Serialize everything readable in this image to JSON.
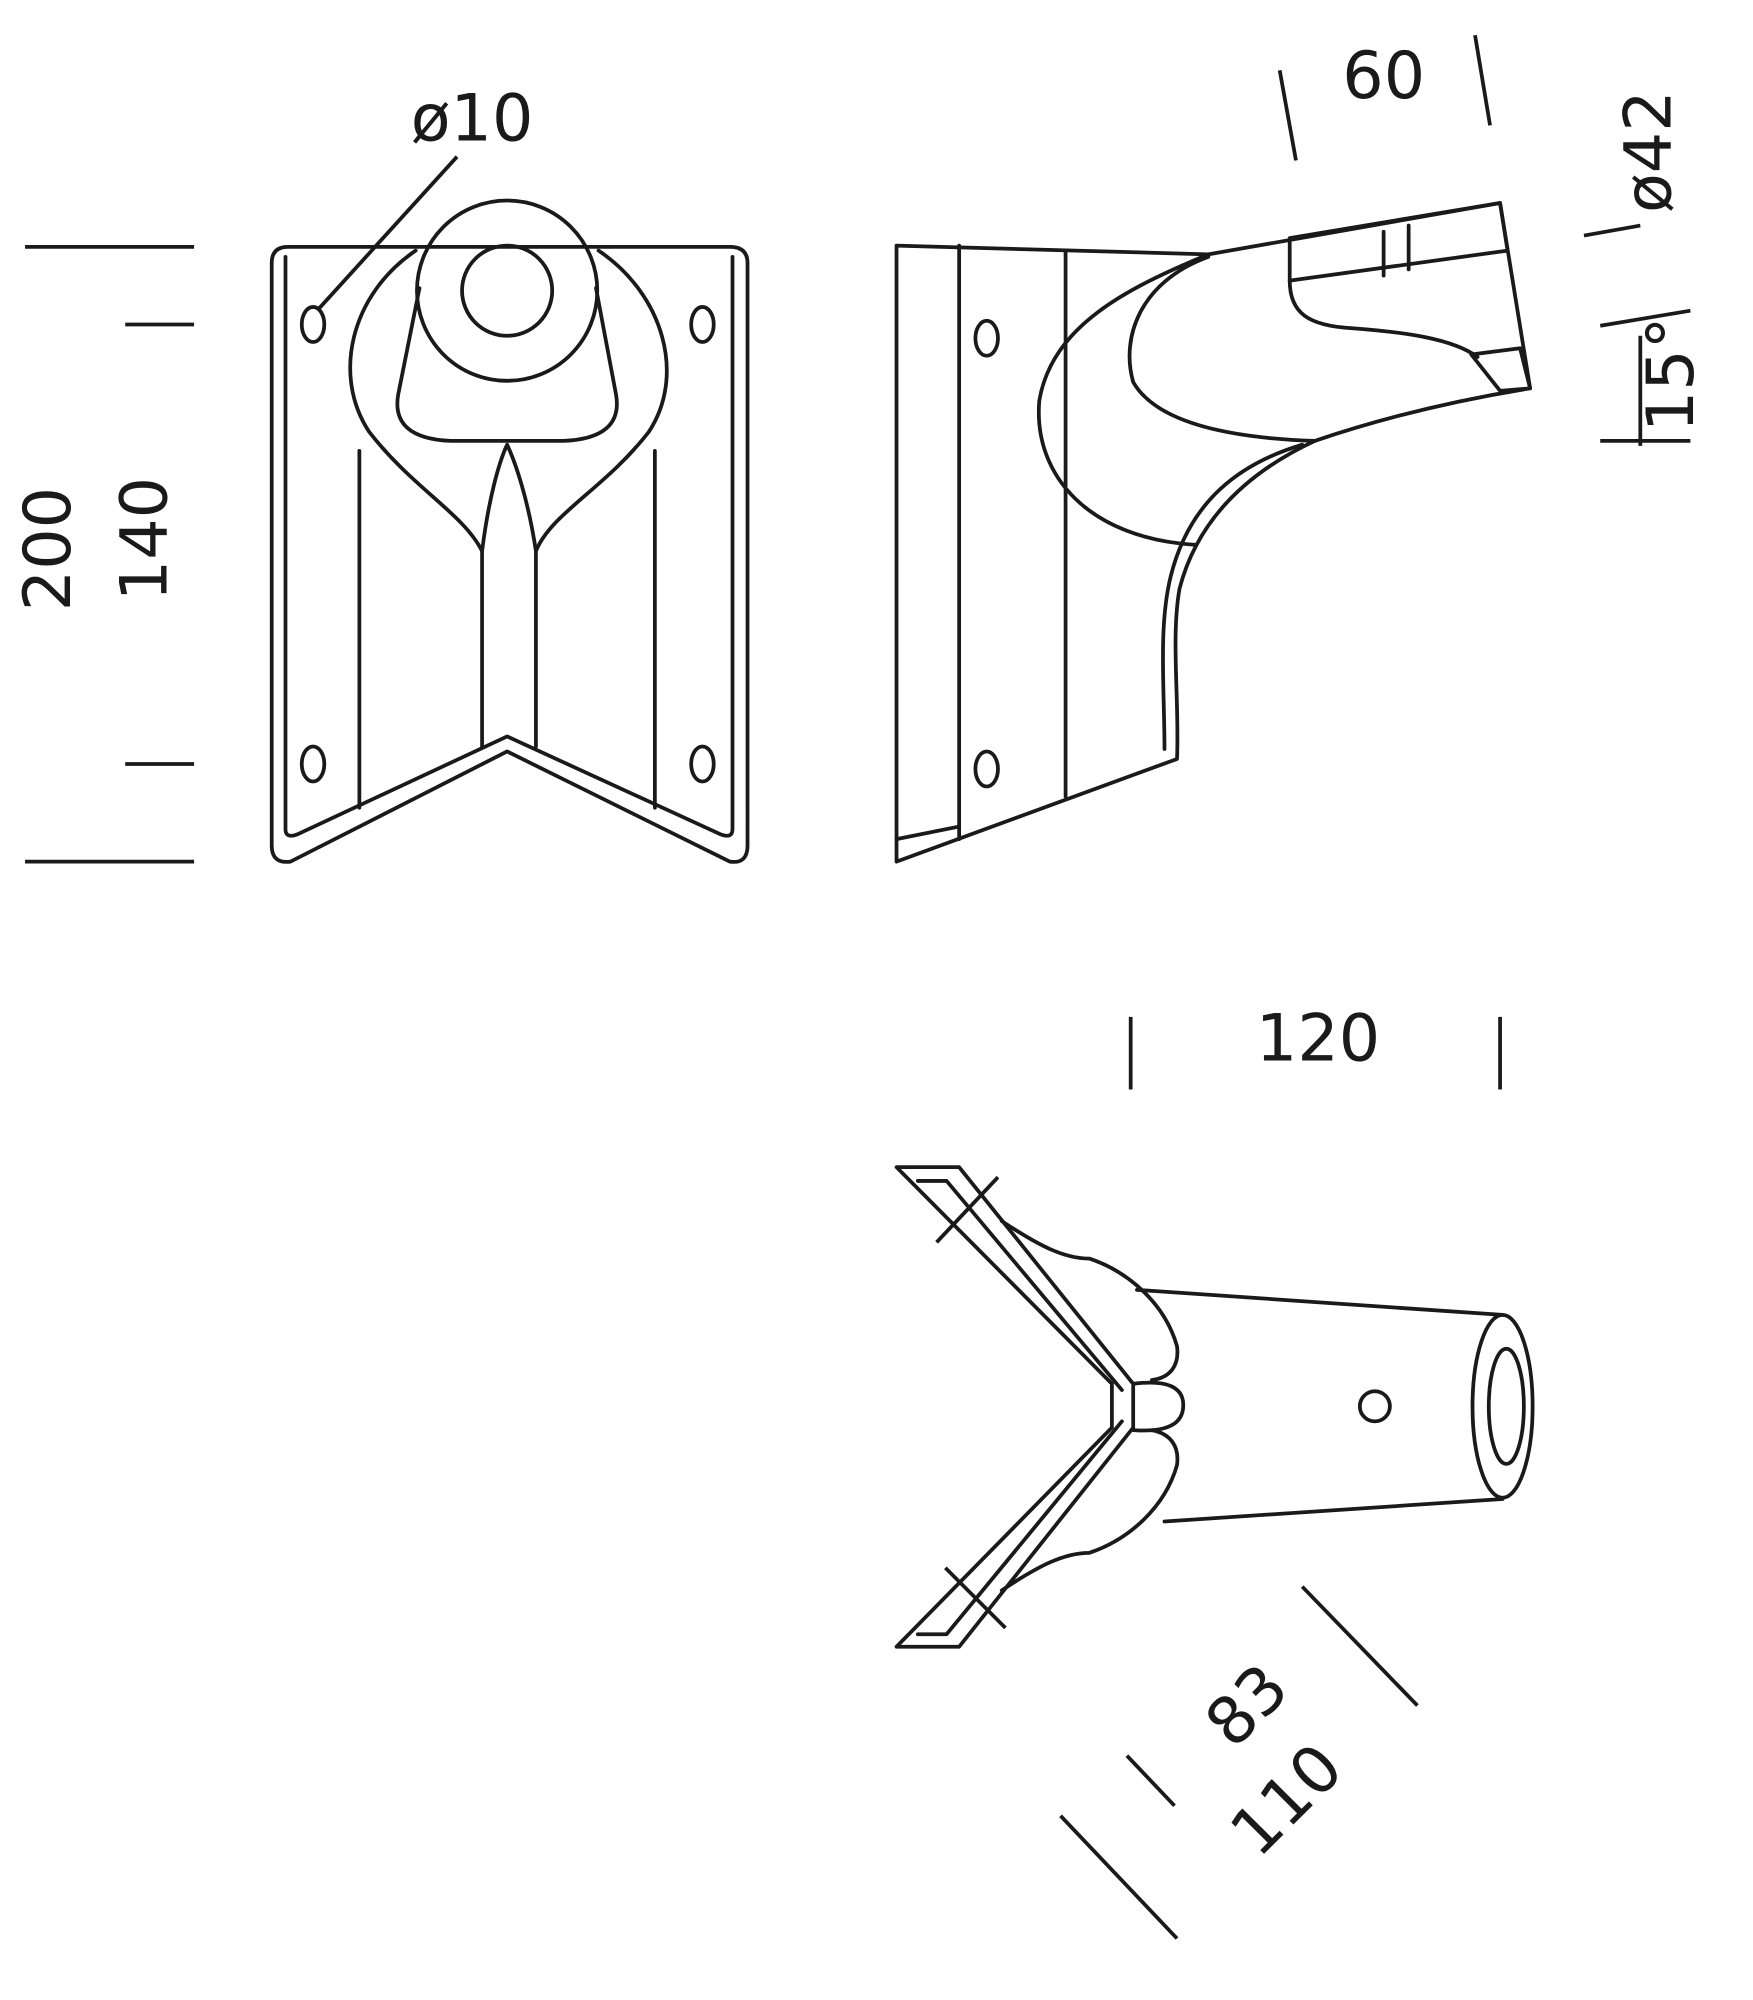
{
  "drawing": {
    "front_view": {
      "hole_diameter": "ø10",
      "overall_height": "200",
      "hole_spacing": "140"
    },
    "side_view": {
      "tube_length": "60",
      "tube_diameter": "ø42",
      "tube_angle": "15°"
    },
    "top_view": {
      "projection": "120",
      "inner_depth": "83",
      "outer_depth": "110"
    },
    "colors": {
      "line": "#1a1a1a",
      "background": "#ffffff"
    }
  }
}
